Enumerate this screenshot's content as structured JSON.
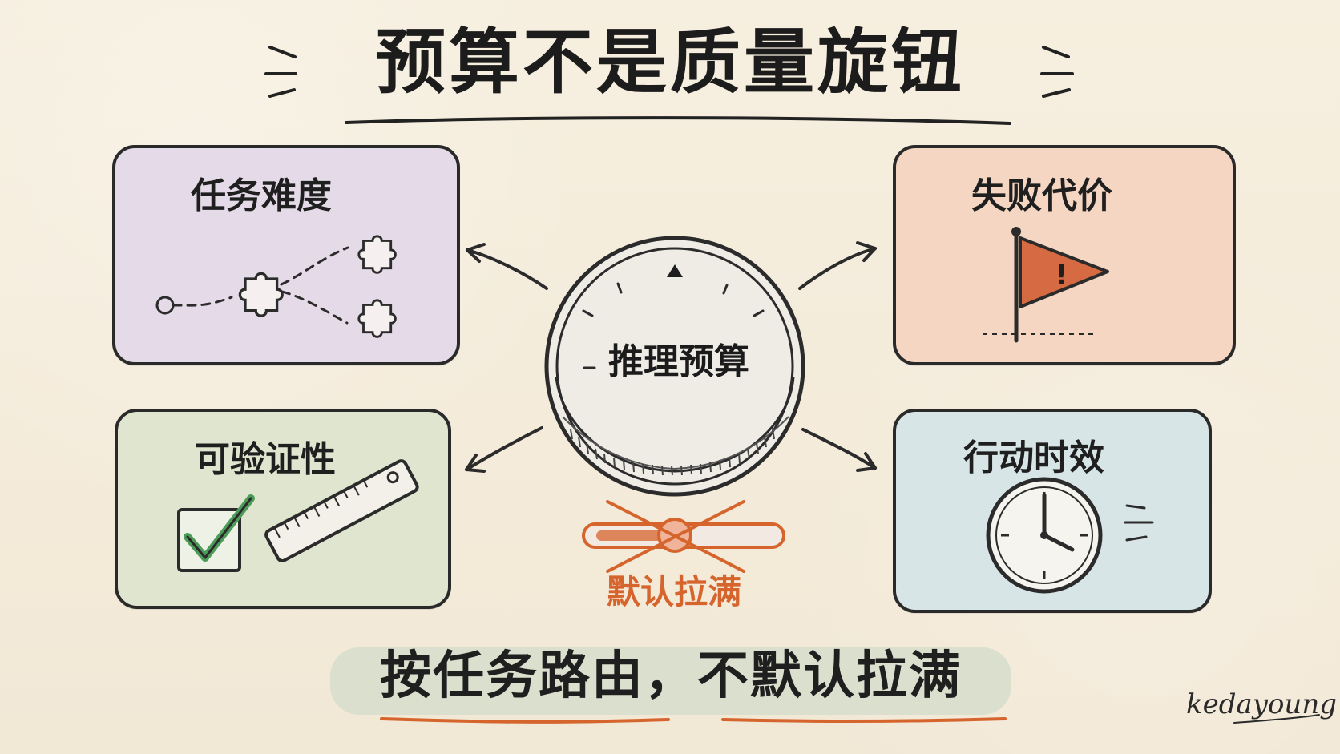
{
  "title": "预算不是质量旋钮",
  "center": {
    "knob_label": "推理预算",
    "warning_text": "默认拉满"
  },
  "factors": [
    {
      "label": "任务难度"
    },
    {
      "label": "失败代价"
    },
    {
      "label": "可验证性"
    },
    {
      "label": "行动时效"
    }
  ],
  "bottom_message": "按任务路由，不默认拉满",
  "signature": "kedayoung",
  "colors": {
    "purple_card": "#e5dbe8",
    "orange_card": "#f4d6c2",
    "green_card": "#dfe5cf",
    "blue_card": "#d8e5e6",
    "accent_red": "#d5642d",
    "check_green": "#4d9b59"
  },
  "icons": [
    "puzzle-icon",
    "flag-icon",
    "checkbox-icon",
    "ruler-icon",
    "clock-icon",
    "knob-icon",
    "slider-icon"
  ]
}
